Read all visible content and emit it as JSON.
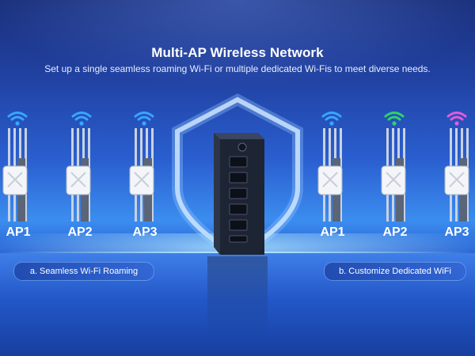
{
  "title": "Multi-AP Wireless Network",
  "subtitle": "Set up a single seamless roaming Wi-Fi or multiple dedicated Wi-Fis to meet diverse needs.",
  "left_group": {
    "label": "a. Seamless Wi-Fi Roaming",
    "aps": [
      {
        "label": "AP1",
        "wifi_color": "#39a6ff"
      },
      {
        "label": "AP2",
        "wifi_color": "#39a6ff"
      },
      {
        "label": "AP3",
        "wifi_color": "#39a6ff"
      }
    ]
  },
  "right_group": {
    "label": "b. Customize Dedicated WiFi",
    "aps": [
      {
        "label": "AP1",
        "wifi_color": "#39a6ff"
      },
      {
        "label": "AP2",
        "wifi_color": "#2ed36a"
      },
      {
        "label": "AP3",
        "wifi_color": "#e65ad8"
      }
    ]
  },
  "router": {
    "icon": "router-device-icon",
    "color": "#1d2433"
  },
  "shield_icon": "shield-outline-icon"
}
